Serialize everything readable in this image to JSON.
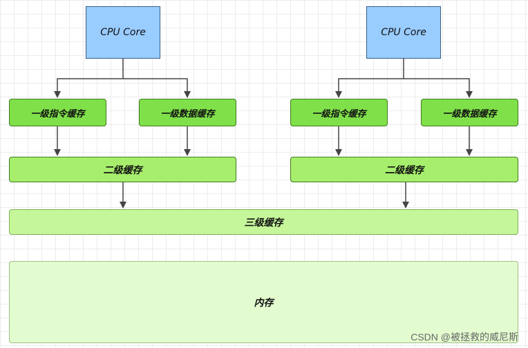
{
  "diagram": {
    "cpu_left": "CPU Core",
    "cpu_right": "CPU Core",
    "l1_instr_left": "一级指令缓存",
    "l1_data_left": "一级数据缓存",
    "l1_instr_right": "一级指令缓存",
    "l1_data_right": "一级数据缓存",
    "l2_left": "二级缓存",
    "l2_right": "二级缓存",
    "l3": "三级缓存",
    "memory": "内存"
  },
  "watermark": "CSDN @被拯救的威尼斯",
  "colors": {
    "core": "#99ccff",
    "l1": "#7fe04a",
    "l2": "#a6ee6c",
    "l3": "#c5f79a",
    "memory": "#e3fccf",
    "arrow": "#444444"
  }
}
